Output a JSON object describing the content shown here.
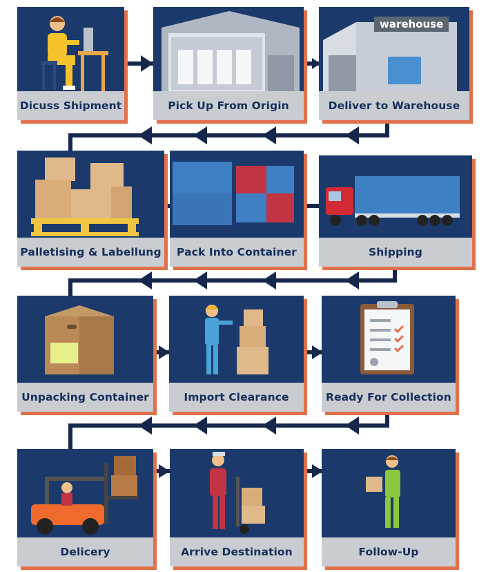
{
  "colors": {
    "card_bg": "#1b3a6b",
    "label_band": "#c9ccd1",
    "label_text": "#152f5a",
    "shadow": "#e2704a",
    "arrow": "#15274a"
  },
  "steps": [
    {
      "label": "Dicuss Shipment",
      "icon": "customer-service-agent-icon"
    },
    {
      "label": "Pick Up From Origin",
      "icon": "open-warehouse-icon"
    },
    {
      "label": "Deliver to Warehouse",
      "icon": "warehouse-building-icon",
      "sign": "warehouse"
    },
    {
      "label": "Palletising & Labellung",
      "icon": "pallet-boxes-icon"
    },
    {
      "label": "Pack Into Container",
      "icon": "shipping-containers-icon"
    },
    {
      "label": "Shipping",
      "icon": "truck-icon"
    },
    {
      "label": "Unpacking Container",
      "icon": "cardboard-box-icon"
    },
    {
      "label": "Import Clearance",
      "icon": "worker-scanning-boxes-icon"
    },
    {
      "label": "Ready For Collection",
      "icon": "clipboard-checklist-icon"
    },
    {
      "label": "Delicery",
      "icon": "forklift-icon"
    },
    {
      "label": "Arrive Destination",
      "icon": "hand-truck-worker-icon"
    },
    {
      "label": "Follow-Up",
      "icon": "person-holding-box-icon"
    }
  ]
}
